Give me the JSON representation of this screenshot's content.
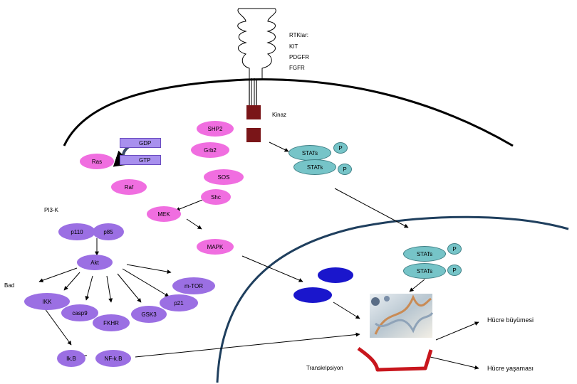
{
  "receptor": {
    "labels": [
      "RTKlar:",
      "KIT",
      "PDGFR",
      "FGFR"
    ],
    "kinase_label": "Kinaz"
  },
  "membrane": {
    "shp2": "SHP2",
    "gdp": "GDP",
    "gtp": "GTP",
    "grb2": "Grb2",
    "ras": "Ras",
    "sos": "SOS",
    "raf": "Raf",
    "shc": "Shc",
    "pi3k": "PI3-K",
    "mek": "MEK",
    "p110": "p110",
    "p85": "p85",
    "mapk": "MAPK"
  },
  "stats": {
    "stat_a": "STATs",
    "stat_b": "STATs",
    "stat_c": "STATs",
    "stat_d": "STATs",
    "phospho": "P"
  },
  "akt_pathway": {
    "akt": "Akt",
    "bad": "Bad",
    "mtor": "m-TOR",
    "ikk": "IKK",
    "p21": "p21",
    "casp9": "casp9",
    "gsk3": "GSK3",
    "fkhr": "FKHR",
    "ikb": "Ik.B",
    "nfkb": "NF-k.B"
  },
  "nucleus": {
    "transcription": "Transkripsiyon",
    "growth": "Hücre büyümesi",
    "survival": "Hücre yaşaması"
  },
  "colors": {
    "membrane": "#000000",
    "nucleus_membrane": "#1f3f5e",
    "kinase": "#7a1518",
    "ras_pathway": "#f06ee0",
    "akt_pathway": "#9b6fe3",
    "stats": "#76c4c8",
    "nuclear_factor": "#1a16cc",
    "dna": "#c8161d"
  }
}
